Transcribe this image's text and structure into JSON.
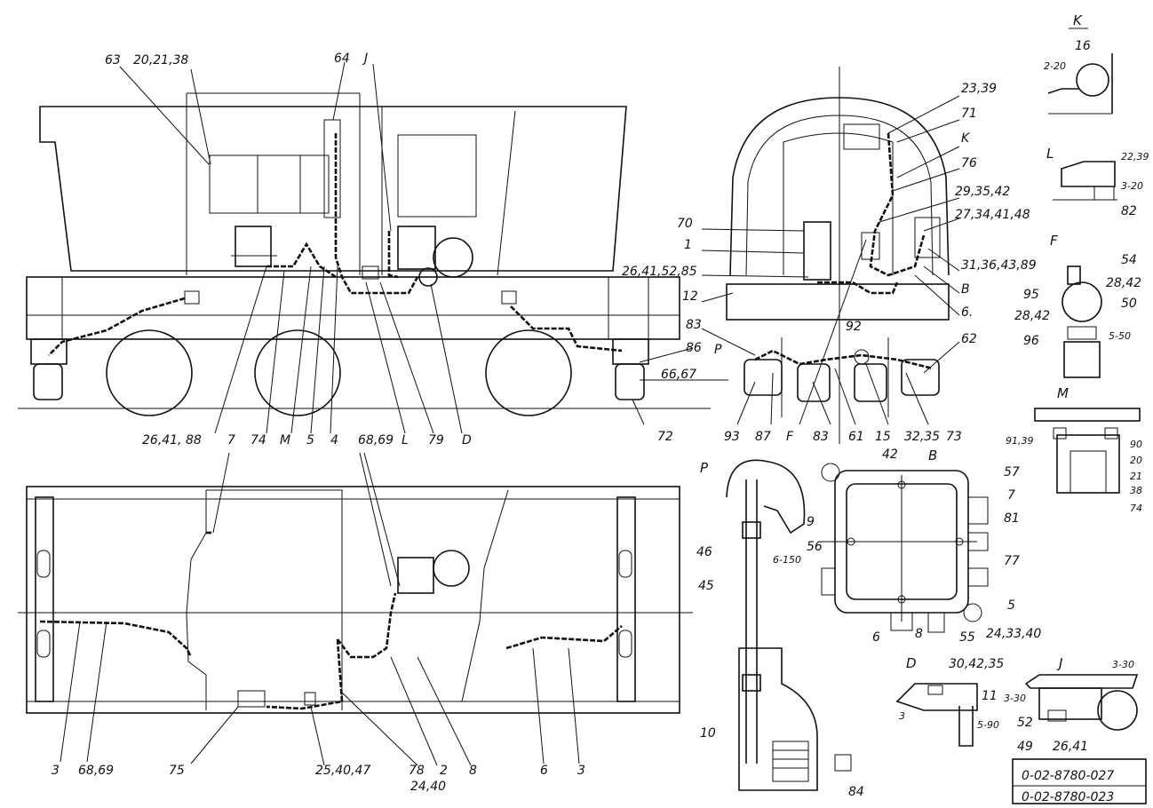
{
  "drawing_numbers": [
    "0-02-8780-027",
    "0-02-8780-023"
  ],
  "side_view": {
    "top_labels": [
      "63",
      "20,21,38",
      "64",
      "J"
    ],
    "bottom_labels": [
      "26,41, 88",
      "7",
      "74",
      "M",
      "5",
      "4",
      "68,69",
      "L",
      "79",
      "D",
      "72"
    ],
    "right_labels": [
      "86",
      "66,67"
    ]
  },
  "plan_view": {
    "labels": [
      "3",
      "68,69",
      "75",
      "25,40,47",
      "78",
      "24,40",
      "2",
      "8",
      "6",
      "3"
    ]
  },
  "front_view": {
    "right_labels": [
      "23,39",
      "71",
      "K",
      "76",
      "29,35,42",
      "27,34,41,48",
      "31,36,43,89",
      "B",
      "6.",
      "62"
    ],
    "left_labels": [
      "70",
      "1",
      "26,41,52,85",
      "12",
      "83",
      "P",
      "66,67"
    ],
    "bottom_labels": [
      "93",
      "87",
      "F",
      "83",
      "61",
      "15",
      "32,35",
      "42",
      "73"
    ],
    "mid_labels": [
      "92"
    ]
  },
  "detail_k": {
    "title": "K",
    "labels": [
      "16",
      "2-20"
    ]
  },
  "detail_l": {
    "title": "L",
    "labels": [
      "22,39",
      "3-20",
      "82"
    ]
  },
  "detail_f": {
    "title": "F",
    "labels": [
      "54",
      "28,42",
      "95",
      "50",
      "28,42",
      "96",
      "5-50"
    ]
  },
  "detail_m": {
    "title": "M",
    "labels": [
      "91,39",
      "90",
      "20",
      "21",
      "38",
      "74"
    ]
  },
  "detail_p": {
    "title": "P",
    "labels": [
      "9",
      "46",
      "6-150",
      "45",
      "10",
      "84"
    ]
  },
  "detail_b": {
    "title": "B",
    "labels": [
      "57",
      "7",
      "81",
      "56",
      "77",
      "5",
      "6",
      "8",
      "55",
      "24,33,40"
    ]
  },
  "detail_d": {
    "title": "D",
    "labels": [
      "30,42,35",
      "3",
      "11",
      "5-90"
    ]
  },
  "detail_j": {
    "title": "J",
    "labels": [
      "3-30",
      "3-30",
      "52",
      "49",
      "26,41"
    ]
  }
}
